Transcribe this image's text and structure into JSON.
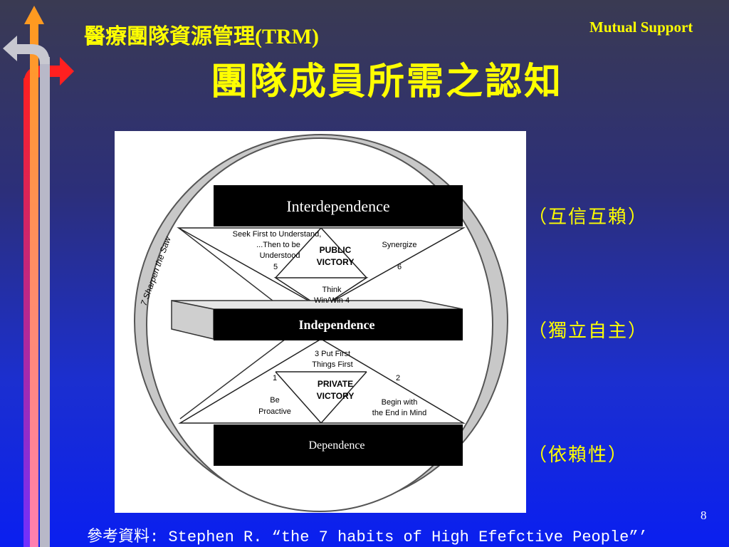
{
  "slide": {
    "title": "醫療團隊資源管理(TRM)",
    "subtitle": "團隊成員所需之認知",
    "top_right_label": "Mutual Support",
    "page_number": "8",
    "reference_prefix": "參考資料",
    "reference_text": ": Stephen R.  “the 7 habits of High Efefctive People”’"
  },
  "side_labels": [
    "（互信互賴）",
    "（獨立自主）",
    "（依賴性）"
  ],
  "diagram": {
    "ring_label": "7 Sharpen the Saw",
    "interdependence": "Interdependence",
    "independence": "Independence",
    "dependence": "Dependence",
    "public_victory": [
      "PUBLIC",
      "VICTORY"
    ],
    "private_victory": [
      "PRIVATE",
      "VICTORY"
    ],
    "habit5": [
      "Seek First to Understand,",
      "...Then to be",
      "Understood",
      "5"
    ],
    "habit6": [
      "Synergize",
      "6"
    ],
    "habit4": [
      "Think",
      "Win/Win 4"
    ],
    "habit3": [
      "3  Put First",
      "Things First"
    ],
    "habit1": [
      "1",
      "Be",
      "Proactive"
    ],
    "habit2": [
      "2",
      "Begin with",
      "the End in Mind"
    ]
  }
}
